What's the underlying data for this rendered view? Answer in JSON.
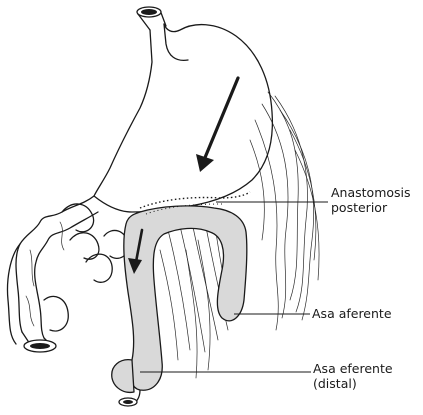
{
  "figure": {
    "labels": {
      "anastomosis_line1": "Anastomosis",
      "anastomosis_line2": "posterior",
      "asa_aferente": "Asa aferente",
      "asa_eferente_line1": "Asa eferente",
      "asa_eferente_line2": "(distal)"
    },
    "colors": {
      "ink": "#1a1a1a",
      "jejunal_loop_fill": "#d9d9d9",
      "background": "#ffffff"
    },
    "icons": [
      "arrow-down-icon",
      "arrow-down-icon"
    ]
  }
}
